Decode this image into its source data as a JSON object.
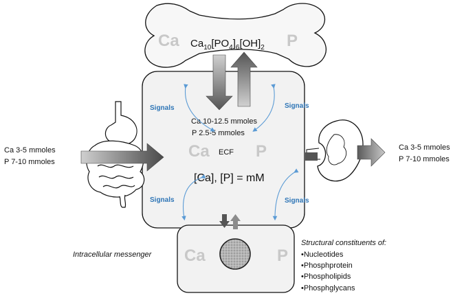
{
  "bone": {
    "ca_label": "Ca",
    "p_label": "P",
    "formula": {
      "ca": "Ca",
      "sub1": "10",
      "po4": "[PO",
      "sub2": "4",
      "close": "]",
      "sub3": "6",
      "oh": "[OH]",
      "sub4": "2"
    }
  },
  "ecf": {
    "label": "ECF",
    "ca_label": "Ca",
    "p_label": "P",
    "ca_amount": "Ca 10-12.5 mmoles",
    "p_amount": "P  2.5-5  mmoles",
    "concentration": "[Ca], [P]  = mM"
  },
  "signals": [
    "Signals",
    "Signals",
    "Signals",
    "Signals"
  ],
  "intake": {
    "ca": "Ca  3-5 mmoles",
    "p": "P    7-10 mmoles"
  },
  "excretion": {
    "ca": "Ca  3-5 mmoles",
    "p": "P    7-10 mmoles"
  },
  "cell": {
    "ca_label": "Ca",
    "p_label": "P",
    "messenger": "Intracellular messenger"
  },
  "structural": {
    "title": "Structural constituents of:",
    "items": [
      "•Nucleotides",
      "•Phosphprotein",
      "•Phospholipids",
      "•Phosphglycans"
    ]
  },
  "colors": {
    "signal_text": "#2e75b6",
    "signal_arrow": "#5b9bd5",
    "faded_letter": "#c8c8c8",
    "box_fill": "#f2f2f2"
  }
}
